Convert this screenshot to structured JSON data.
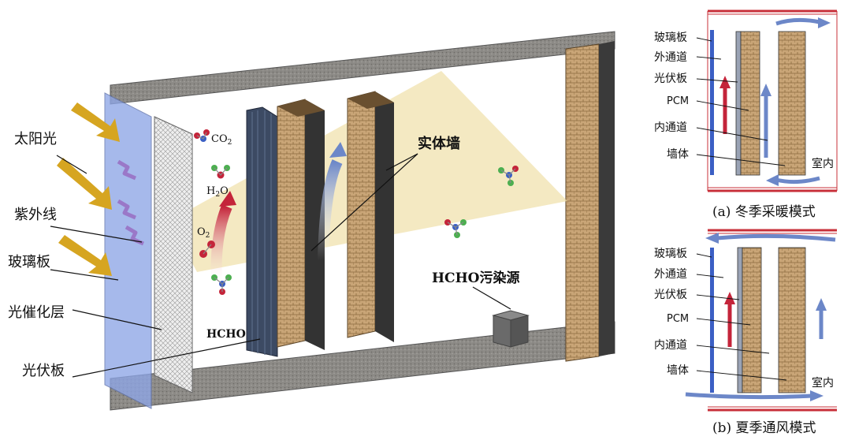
{
  "main": {
    "labels": {
      "sunlight": "太阳光",
      "uv": "紫外线",
      "glass": "玻璃板",
      "photocatalyst": "光催化层",
      "pv": "光伏板",
      "wall": "实体墙",
      "source": "HCHO污染源",
      "hcho": "HCHO",
      "co2": "CO",
      "co2_sub": "2",
      "h2o_h": "H",
      "h2o_sub": "2",
      "h2o_o": "O",
      "o2": "O",
      "o2_sub": "2"
    }
  },
  "panel_a": {
    "caption": "(a) 冬季采暖模式",
    "labels": [
      "玻璃板",
      "外通道",
      "光伏板",
      "PCM",
      "内通道",
      "墙体"
    ],
    "room": "室内"
  },
  "panel_b": {
    "caption": "(b) 夏季通风模式",
    "labels": [
      "玻璃板",
      "外通道",
      "光伏板",
      "PCM",
      "内通道",
      "墙体"
    ],
    "room": "室内"
  },
  "colors": {
    "brick": "#c9a577",
    "glass": "#8ea6e6",
    "pv": "#3c4a63",
    "frame": "#8a8a8a",
    "sun_arrow": "#d6a521",
    "uv_arrow": "#9a78c8",
    "flow_blue": "#6c87c8",
    "flow_red": "#c4243a",
    "border_red": "#c8303a"
  }
}
